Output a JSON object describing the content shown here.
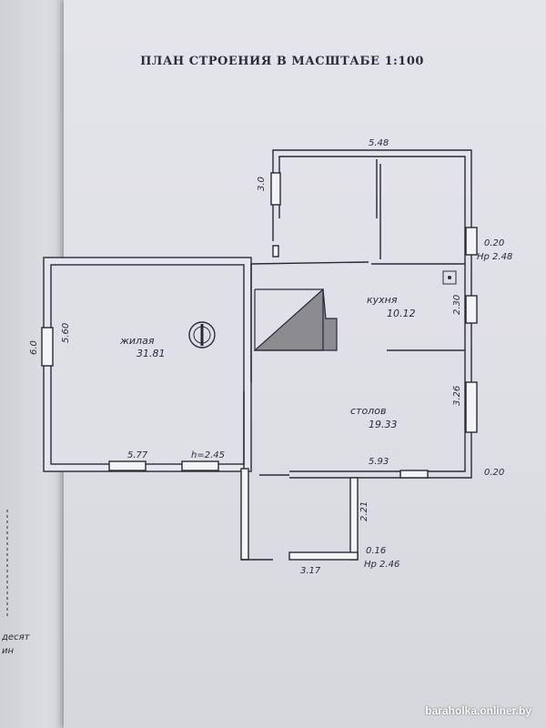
{
  "document": {
    "title": "ПЛАН СТРОЕНИЯ В МАСШТАБЕ 1:100"
  },
  "rooms": {
    "living": {
      "name": "жилая",
      "area": "31.81"
    },
    "kitchen": {
      "name": "кухня",
      "area": "10.12"
    },
    "dining": {
      "name": "столов",
      "area": "19.33"
    }
  },
  "dimensions": {
    "top_width": "5.48",
    "porch_height": "3.0",
    "left_outer": "6.0",
    "left_inner": "5.60",
    "living_bottom": "5.77",
    "ceiling_living": "h=2.45",
    "kitchen_side": "2.30",
    "dining_side": "3.26",
    "dining_bottom": "5.93",
    "wall_top_right": "0.20",
    "height_top_right": "Hp 2.48",
    "wall_bottom_right": "0.20",
    "entry_depth": "2.21",
    "entry_width": "3.17",
    "entry_wall": "0.16",
    "entry_height": "Hp 2.46"
  },
  "margin_fragments": {
    "line1": "десят",
    "line2": "ин"
  },
  "watermark": "baraholka.onliner.by",
  "colors": {
    "ink": "#2a2a35",
    "paper": "#e2e3e8",
    "wall_fill": "#f2f2f5"
  }
}
